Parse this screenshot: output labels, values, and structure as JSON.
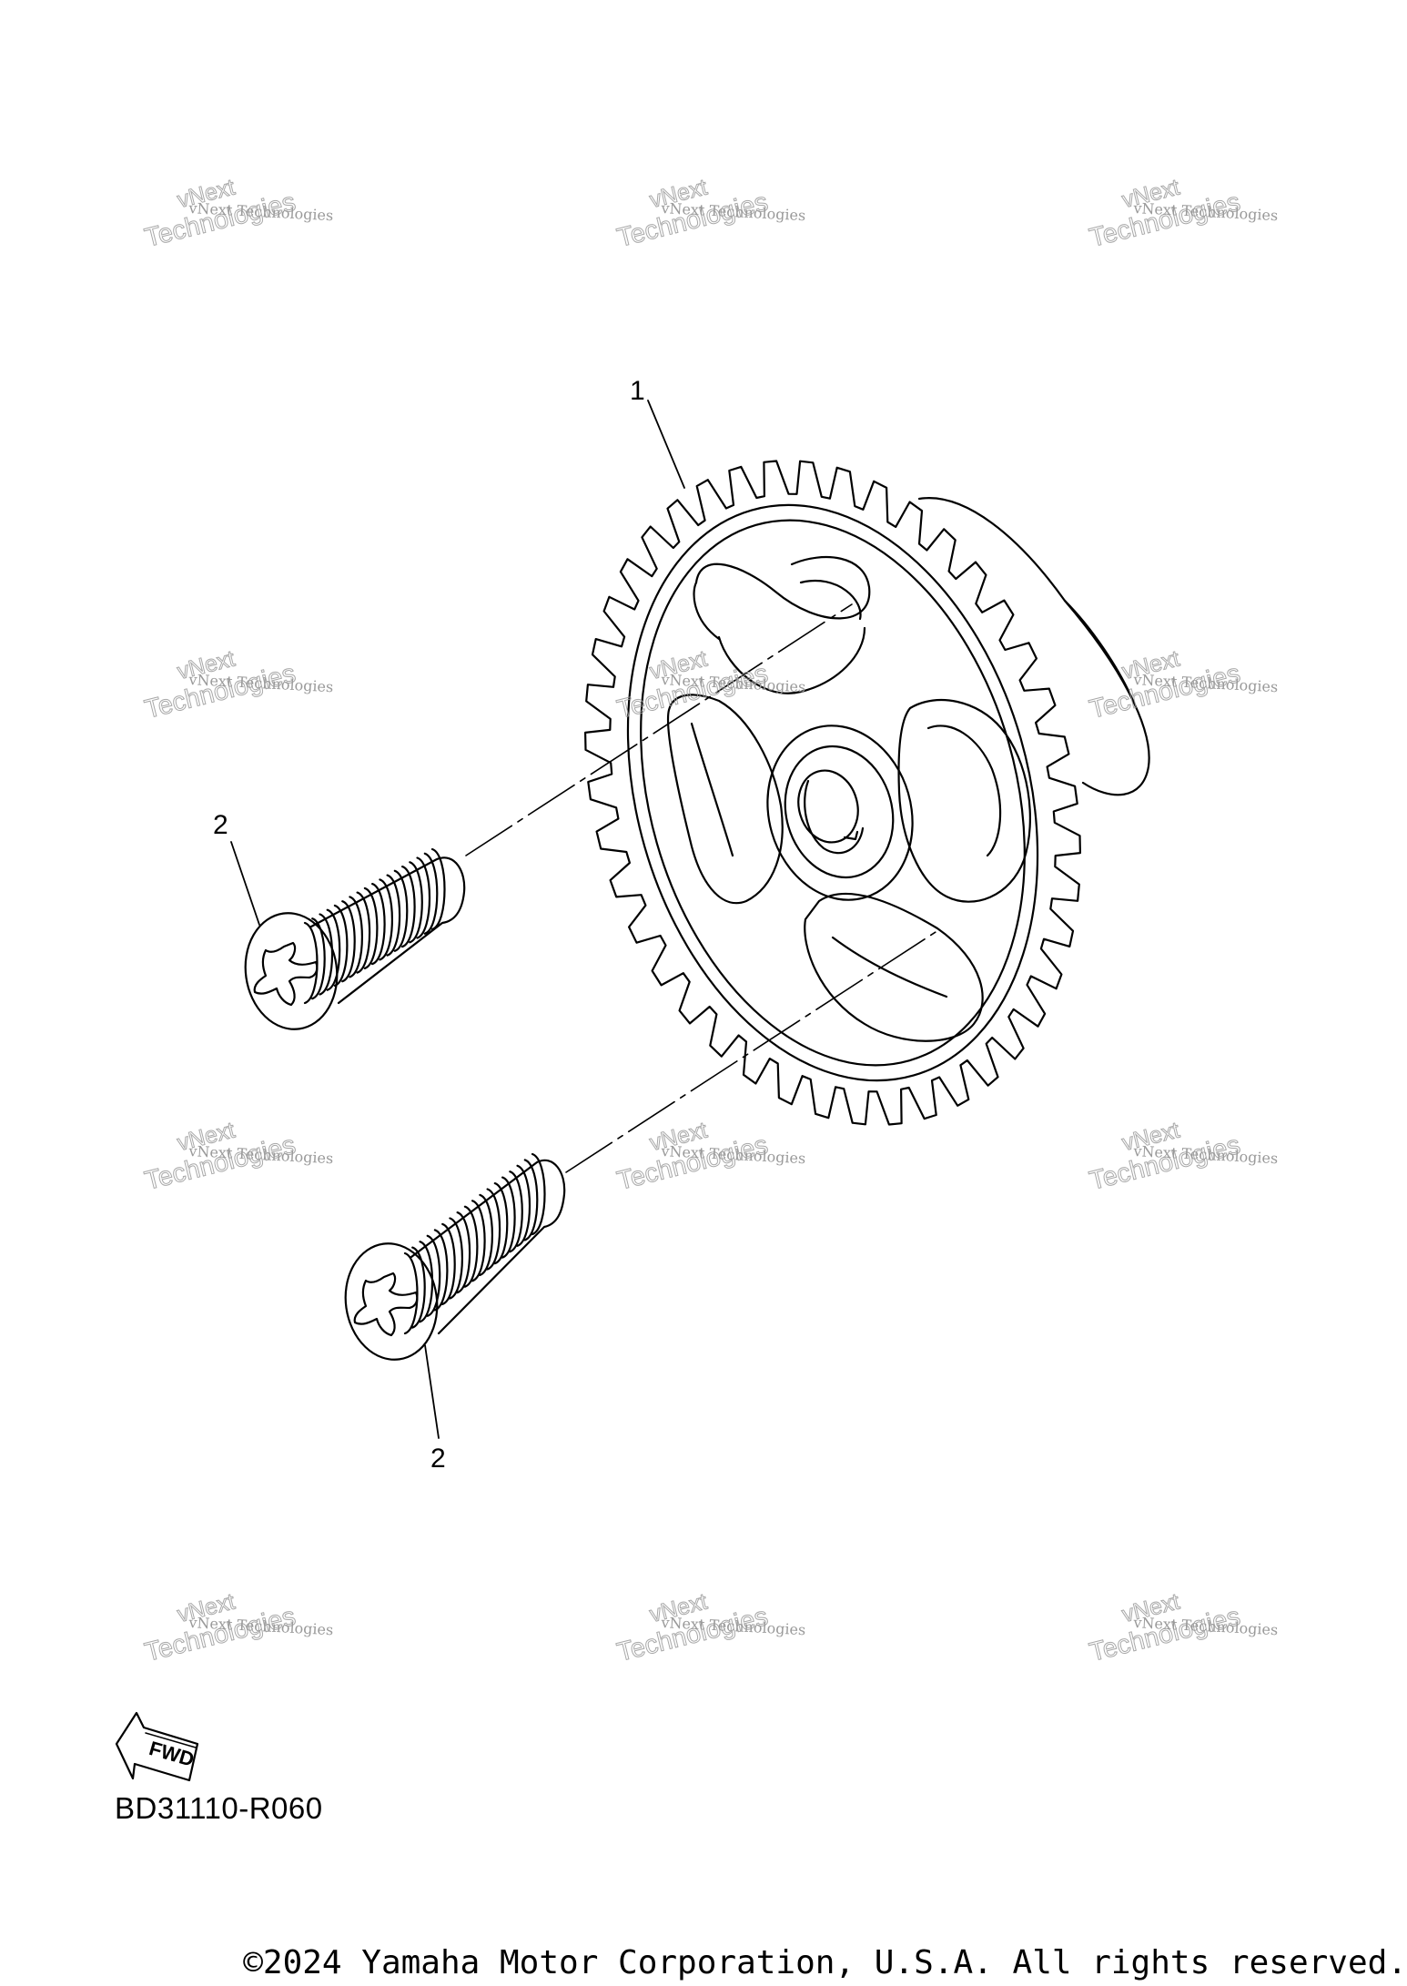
{
  "callouts": {
    "gear": "1",
    "screw_upper": "2",
    "screw_lower": "2"
  },
  "fwd_label": "FWD",
  "diagram_code": "BD31110-R060",
  "copyright": "©2024 Yamaha Motor Corporation, U.S.A. All rights reserved.",
  "watermark": {
    "line1": "vNext Technologies",
    "line2": "vNext",
    "line3": "Technologies"
  },
  "icons": [
    "gear-part",
    "flat-head-screw",
    "fwd-arrow-icon"
  ],
  "line_color": "#000000",
  "watermark_color": "#9a9a9a"
}
